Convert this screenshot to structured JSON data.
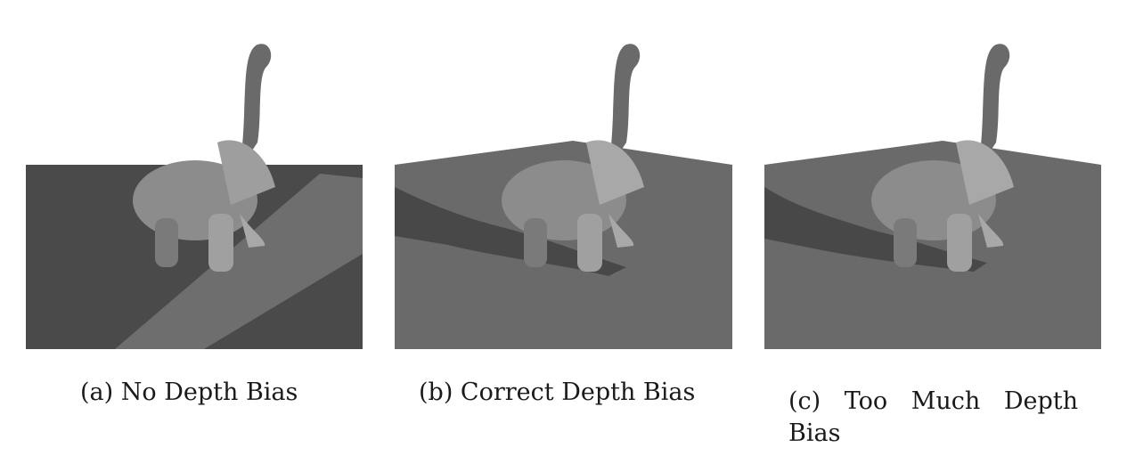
{
  "figure": {
    "panels": [
      {
        "id": "a",
        "caption": "(a) No Depth Bias",
        "render": "shadow acne / striping artifacts on ground plane"
      },
      {
        "id": "b",
        "caption": "(b) Correct Depth Bias",
        "render": "clean shadow"
      },
      {
        "id": "c",
        "caption_line1_words": [
          "(c)",
          "Too",
          "Much",
          "Depth"
        ],
        "caption_line2": "Bias",
        "render": "detached (peter-panning) shadow"
      }
    ],
    "colors": {
      "ground_dark": "#4a4a4a",
      "ground_mid": "#6a6a6a",
      "ground_band": "#7a7a7a",
      "sky": "#ffffff",
      "elephant": "#9a9a9a",
      "shadow": "#3c3c3c"
    }
  }
}
